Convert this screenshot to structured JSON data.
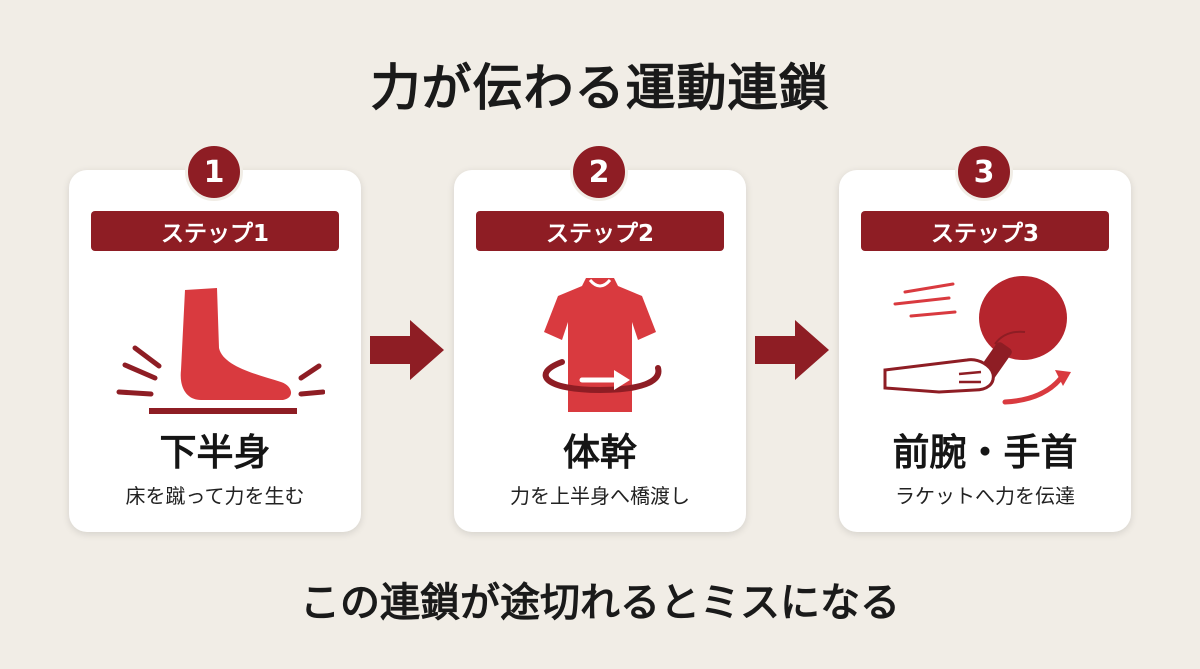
{
  "title": "力が伝わる運動連鎖",
  "steps": [
    {
      "number": "1",
      "label": "ステップ1",
      "title": "下半身",
      "desc": "床を蹴って力を生む",
      "icon": "foot-stomp-icon"
    },
    {
      "number": "2",
      "label": "ステップ2",
      "title": "体幹",
      "desc": "力を上半身へ橋渡し",
      "icon": "torso-rotation-icon"
    },
    {
      "number": "3",
      "label": "ステップ3",
      "title": "前腕・手首",
      "desc": "ラケットへ力を伝達",
      "icon": "paddle-swing-icon"
    }
  ],
  "footer": "この連鎖が途切れるとミスになる",
  "colors": {
    "accent": "#8e1d24",
    "illustration": "#d93a3f",
    "background": "#f1ede6"
  }
}
